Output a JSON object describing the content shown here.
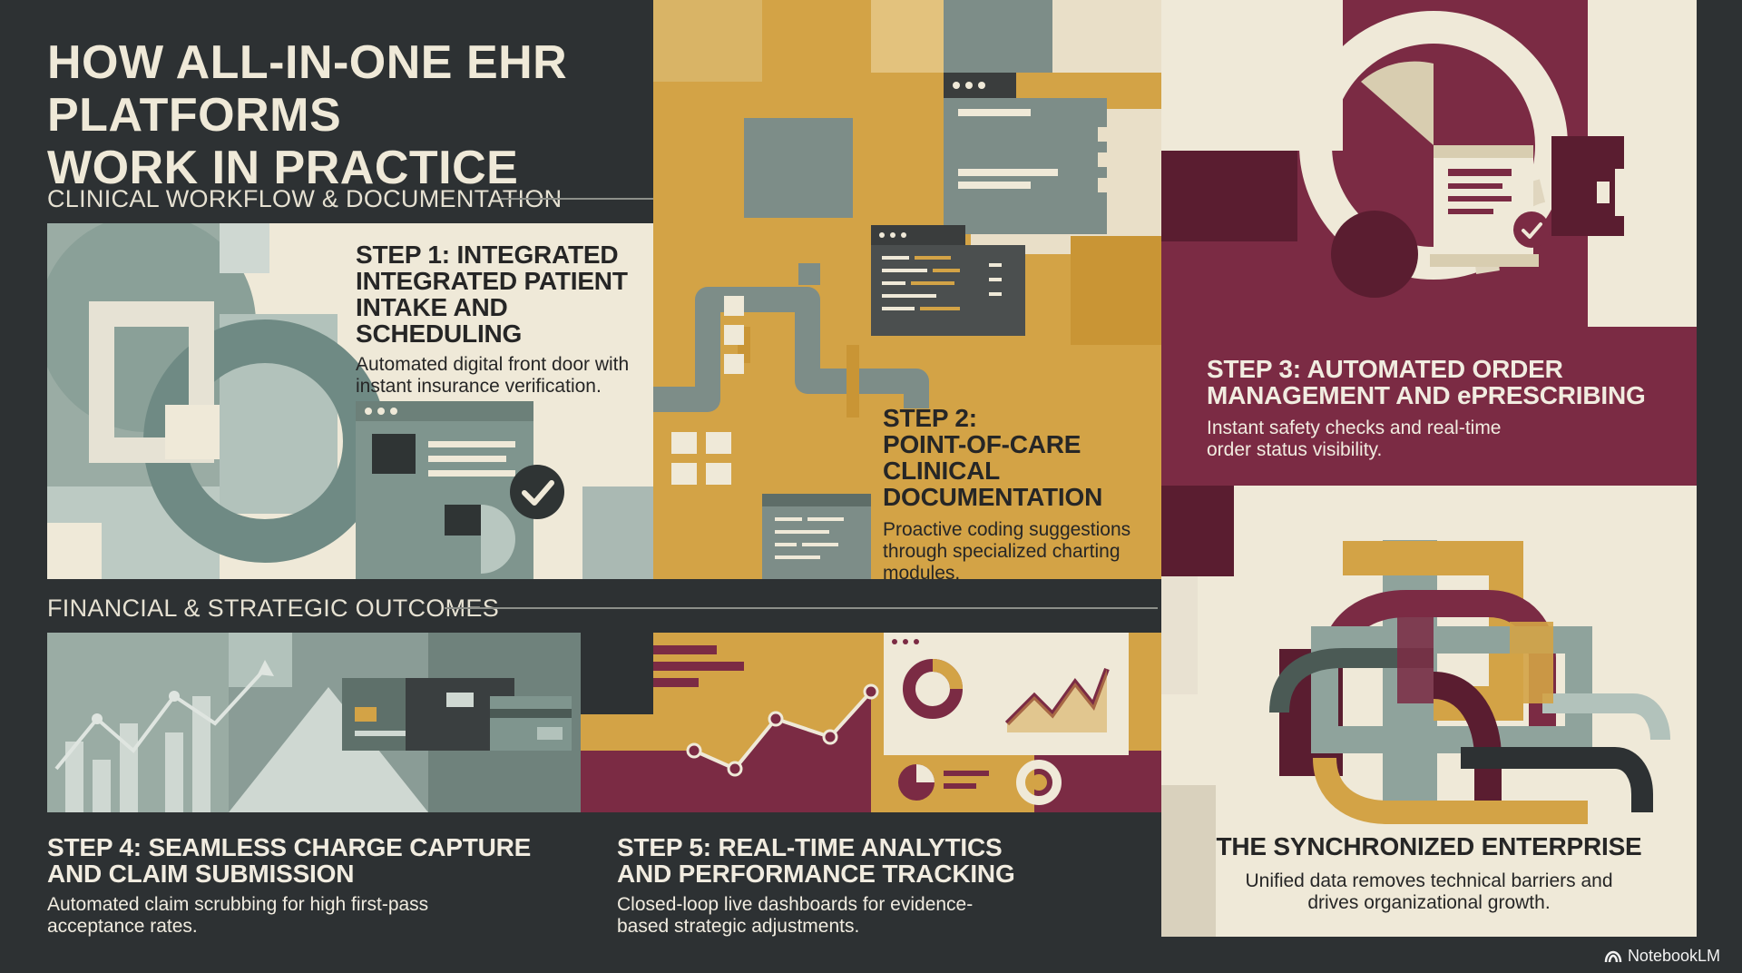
{
  "title": {
    "line1": "HOW ALL-IN-ONE EHR PLATFORMS",
    "line2": "WORK IN PRACTICE"
  },
  "sections": {
    "clinical": "CLINICAL WORKFLOW & DOCUMENTATION",
    "financial": "FINANCIAL & STRATEGIC OUTCOMES"
  },
  "steps": [
    {
      "heading_lines": [
        "STEP 1: INTEGRATED",
        "INTEGRATED PATIENT",
        "INTAKE AND SCHEDULING"
      ],
      "desc_lines": [
        "Automated digital front door with",
        "instant insurance verification."
      ]
    },
    {
      "heading_lines": [
        "STEP 2:",
        "POINT-OF-CARE CLINICAL",
        "DOCUMENTATION"
      ],
      "desc_lines": [
        "Proactive coding suggestions",
        "through specialized charting",
        "modules."
      ]
    },
    {
      "heading_lines": [
        "STEP 3: AUTOMATED ORDER",
        "MANAGEMENT AND ePRESCRIBING"
      ],
      "desc_lines": [
        "Instant safety checks and real-time",
        "order status visibility."
      ]
    },
    {
      "heading_lines": [
        "STEP 4: SEAMLESS CHARGE CAPTURE",
        "AND CLAIM SUBMISSION"
      ],
      "desc_lines": [
        "Automated claim scrubbing for high first-pass",
        "acceptance rates."
      ]
    },
    {
      "heading_lines": [
        "STEP 5: REAL-TIME ANALYTICS",
        "AND PERFORMANCE TRACKING"
      ],
      "desc_lines": [
        "Closed-loop live dashboards for evidence-",
        "based strategic adjustments."
      ]
    }
  ],
  "enterprise": {
    "heading": "THE SYNCHRONIZED ENTERPRISE",
    "desc_lines": [
      "Unified data removes technical barriers and",
      "drives organizational growth."
    ]
  },
  "brand": {
    "name": "NotebookLM",
    "icon": "notebooklm-logo-icon"
  },
  "colors": {
    "charcoal": "#2d3133",
    "cream": "#efe9d8",
    "sage": "#8fa39c",
    "mustard": "#d3a346",
    "maroon": "#7b2b44",
    "dark_maroon": "#5a1d30"
  }
}
